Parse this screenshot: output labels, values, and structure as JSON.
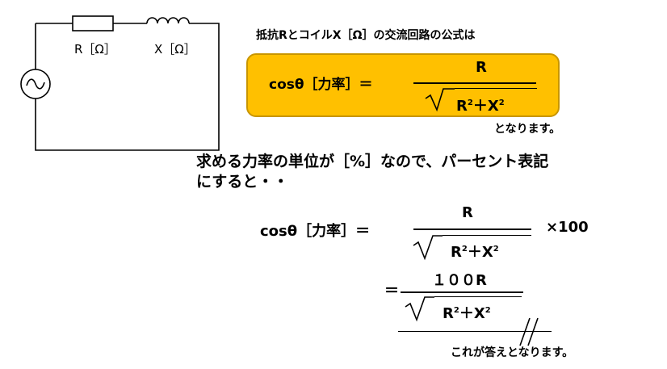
{
  "circuit": {
    "resistor_label": "R［Ω］",
    "coil_label": "X［Ω］"
  },
  "intro_text": "抵抗RとコイルX［Ω］の交流回路の公式は",
  "formula1": {
    "lhs": "cosθ［力率］＝",
    "numerator": "R",
    "denominator_base1": "R",
    "denominator_base2": "＋X",
    "exponent": "2",
    "highlight_color": "#FFC000"
  },
  "note_text": "となります。",
  "heading_line1": "求める力率の単位が［%］なので、パーセント表記",
  "heading_line2": "にすると・・",
  "formula2": {
    "lhs": "cosθ［力率］＝",
    "numerator": "R",
    "denominator_base1": "R",
    "denominator_base2": "＋X",
    "exponent": "2",
    "multiplier": "×100"
  },
  "formula3": {
    "equals": "＝",
    "numerator": "１００R",
    "denominator_base1": "R",
    "denominator_base2": "＋X",
    "exponent": "2"
  },
  "answer_text": "これが答えとなります。"
}
